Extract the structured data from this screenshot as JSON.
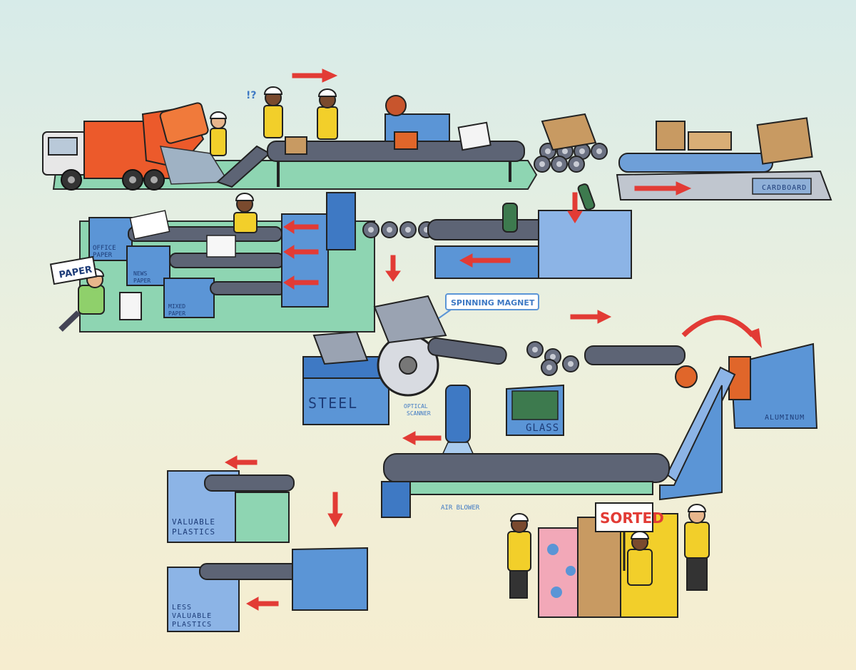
{
  "labels": {
    "cardboard": "CARDBOARD",
    "office_paper": "OFFICE\nPAPER",
    "news_paper": "NEWS\nPAPER",
    "mixed_paper": "MIXED\nPAPER",
    "paper_sign": "PAPER",
    "spinning_magnet": "SPINNING MAGNET",
    "steel": "STEEL",
    "optical_scanner": "OPTICAL\nSCANNER",
    "glass": "GLASS",
    "aluminum": "ALUMINUM",
    "air_blower": "AIR BLOWER",
    "valuable_plastics": "VALUABLE\nPLASTICS",
    "less_valuable_plastics": "LESS\nVALUABLE\nPLASTICS",
    "sorted_sign": "SORTED",
    "confused_mark": "!?"
  },
  "colors": {
    "arrow": "#e23b35",
    "conveyor": "#5d6475",
    "floor_green": "#8ed5b2",
    "bin_blue": "#5b95d6",
    "truck_orange": "#ec5a2b",
    "worker_yellow": "#f2cf2a",
    "label_blue": "#1d3c78"
  }
}
